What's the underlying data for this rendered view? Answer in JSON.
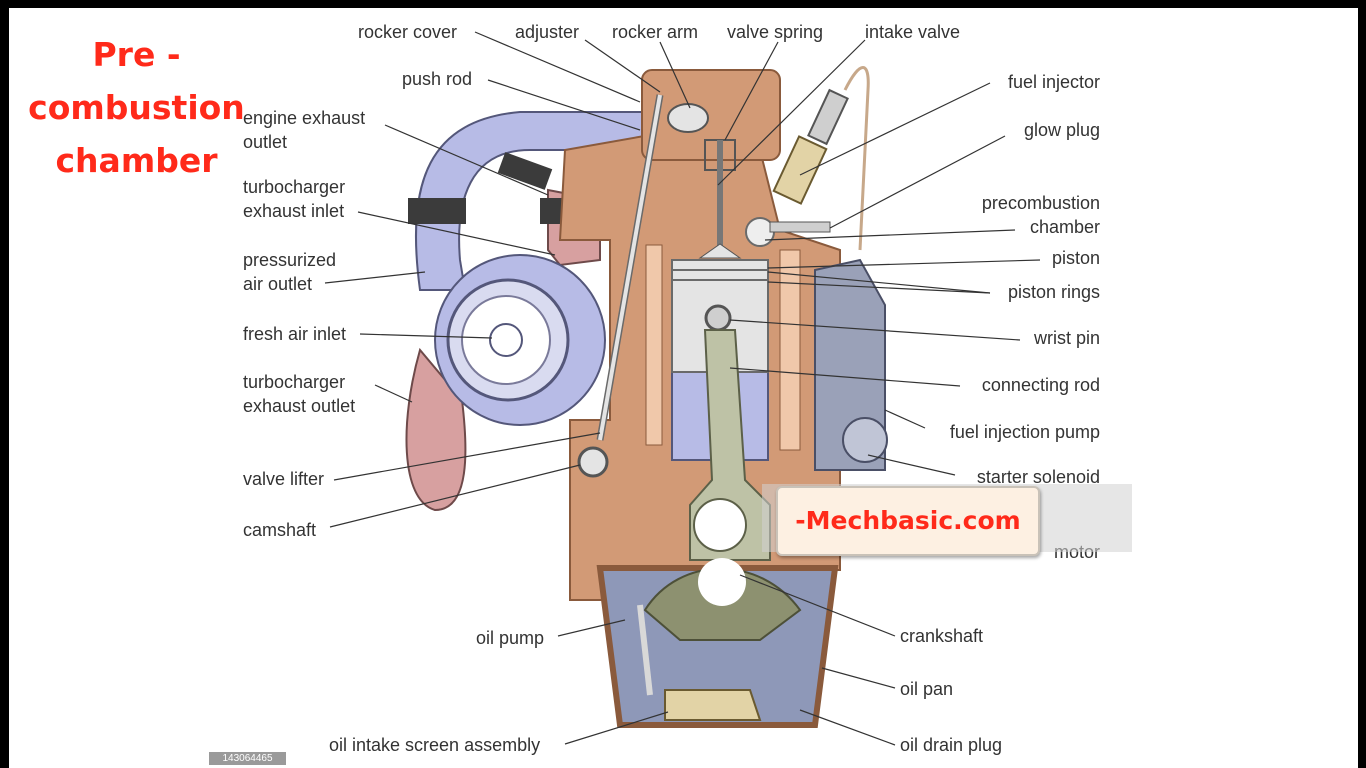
{
  "title": [
    "Pre -",
    "combustion",
    "chamber"
  ],
  "labels": {
    "rocker_cover": "rocker cover",
    "adjuster": "adjuster",
    "rocker_arm": "rocker arm",
    "valve_spring": "valve spring",
    "intake_valve": "intake valve",
    "push_rod": "push rod",
    "engine_exhaust_outlet": [
      "engine exhaust",
      "outlet"
    ],
    "turbocharger_exhaust_inlet": [
      "turbocharger",
      "exhaust inlet"
    ],
    "pressurized_air_outlet": [
      "pressurized",
      "air outlet"
    ],
    "fresh_air_inlet": "fresh air inlet",
    "turbocharger_exhaust_outlet": [
      "turbocharger",
      "exhaust outlet"
    ],
    "valve_lifter": "valve lifter",
    "camshaft": "camshaft",
    "fuel_injector": "fuel injector",
    "glow_plug": "glow plug",
    "precombustion_chamber": [
      "precombustion",
      "chamber"
    ],
    "piston": "piston",
    "piston_rings": "piston rings",
    "wrist_pin": "wrist pin",
    "connecting_rod": "connecting rod",
    "fuel_injection_pump": "fuel injection pump",
    "starter_solenoid": "starter solenoid",
    "starter_motor_partial": "motor",
    "oil_pump": "oil pump",
    "crankshaft": "crankshaft",
    "oil_pan": "oil pan",
    "oil_intake_screen_assembly": "oil intake screen assembly",
    "oil_drain_plug": "oil drain plug"
  },
  "stock_id": "143064465",
  "watermark": "-Mechbasic.com",
  "colors": {
    "title": "#ff2a1a",
    "block": "#d29a76",
    "block_dark": "#8a5a3c",
    "turbo_blue": "#b7bbe6",
    "exhaust_pink": "#d7a0a0",
    "piston_gray": "#e4e4e4",
    "rod_green": "#bec2a6",
    "crank_olive": "#8d9170",
    "oil_blue": "#8e98b8"
  }
}
